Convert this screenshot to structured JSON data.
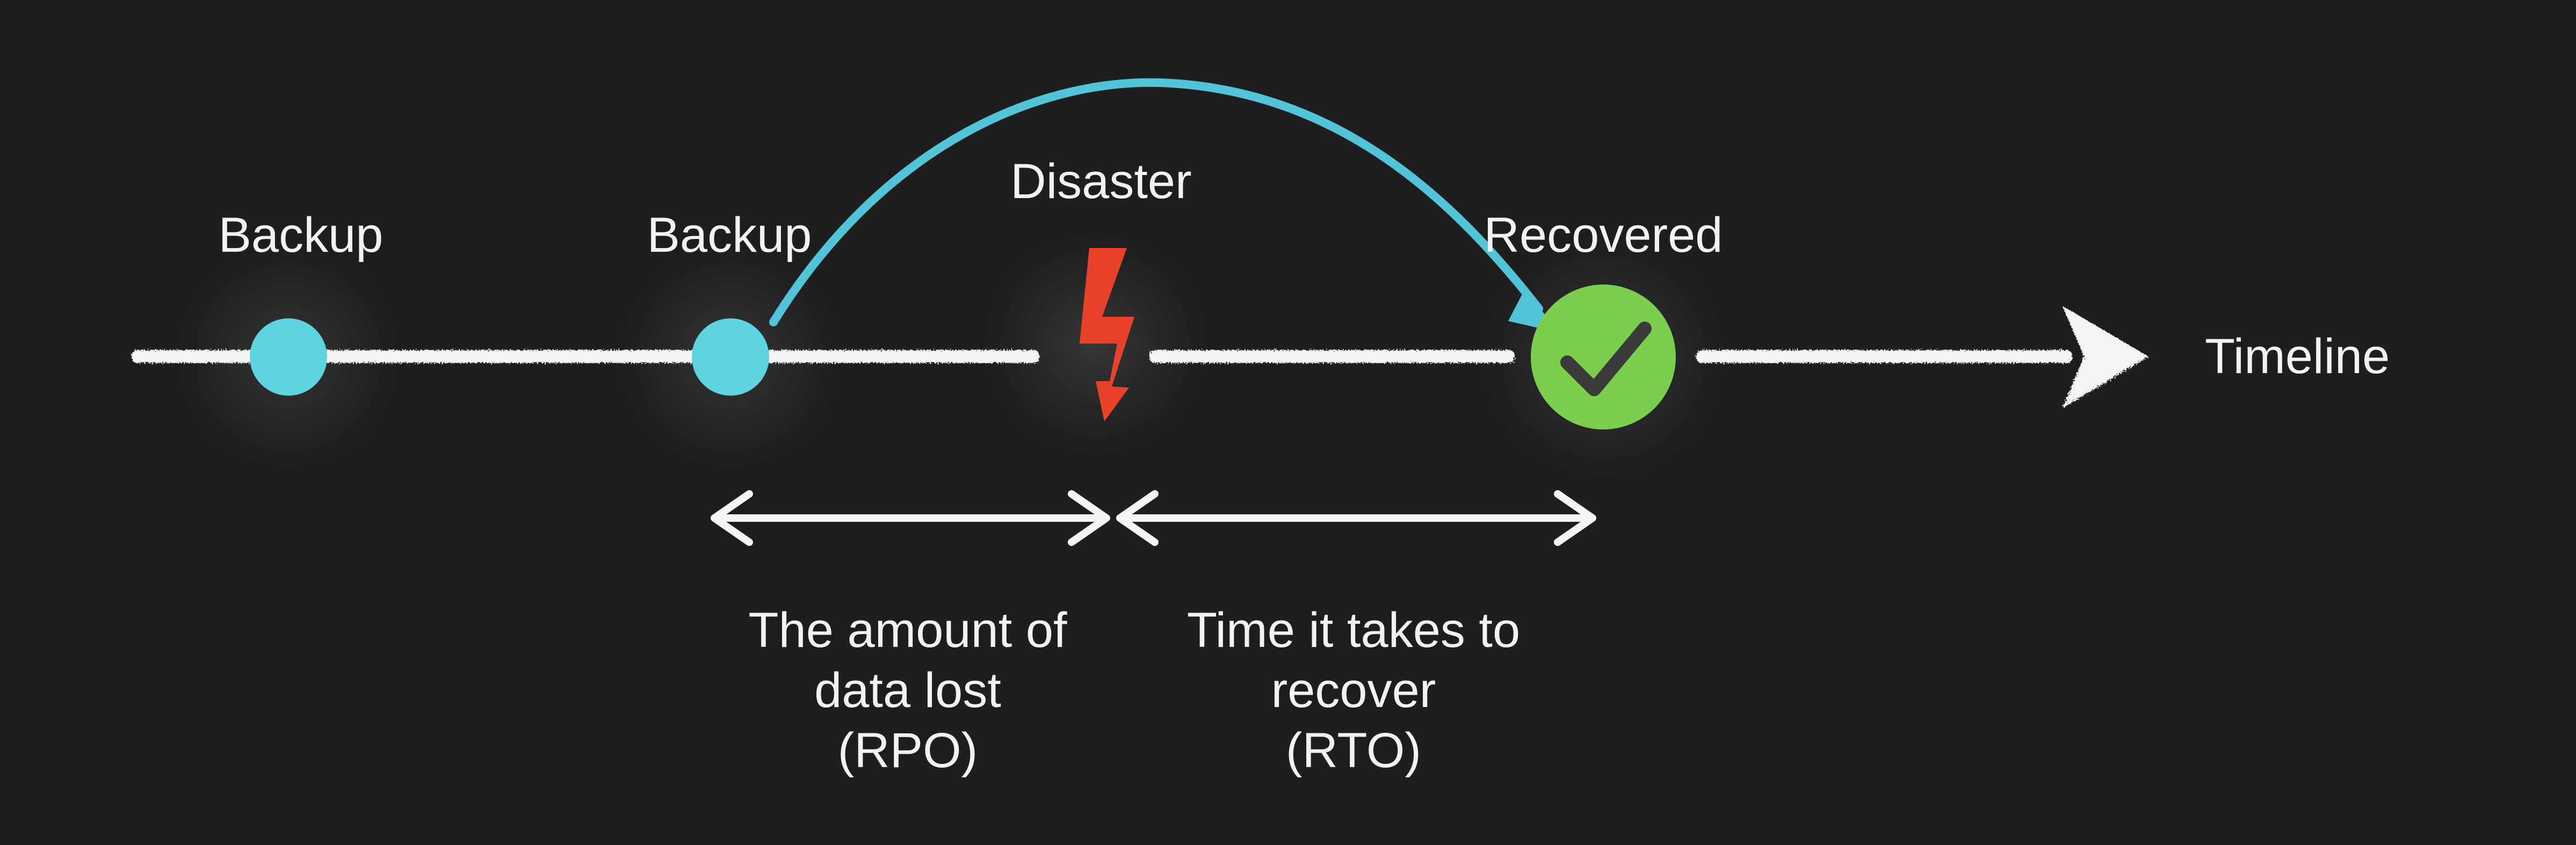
{
  "background_color": "#1e1d1f",
  "colors": {
    "timeline": "#f4f4f4",
    "backup_dot": "#5dd4e0",
    "arc": "#52c4d8",
    "disaster": "#e8432a",
    "recovered": "#7cce4e",
    "text": "#f2f2f2"
  },
  "events": [
    {
      "id": "backup-1",
      "label": "Backup",
      "icon": "backup-dot"
    },
    {
      "id": "backup-2",
      "label": "Backup",
      "icon": "backup-dot"
    },
    {
      "id": "disaster",
      "label": "Disaster",
      "icon": "lightning-bolt-icon"
    },
    {
      "id": "recovered",
      "label": "Recovered",
      "icon": "checkmark-icon"
    }
  ],
  "timeline_label": "Timeline",
  "spans": {
    "rpo": {
      "lines": [
        "The amount of",
        "data lost",
        "(RPO)"
      ]
    },
    "rto": {
      "lines": [
        "Time it takes to",
        "recover",
        "(RTO)"
      ]
    }
  }
}
